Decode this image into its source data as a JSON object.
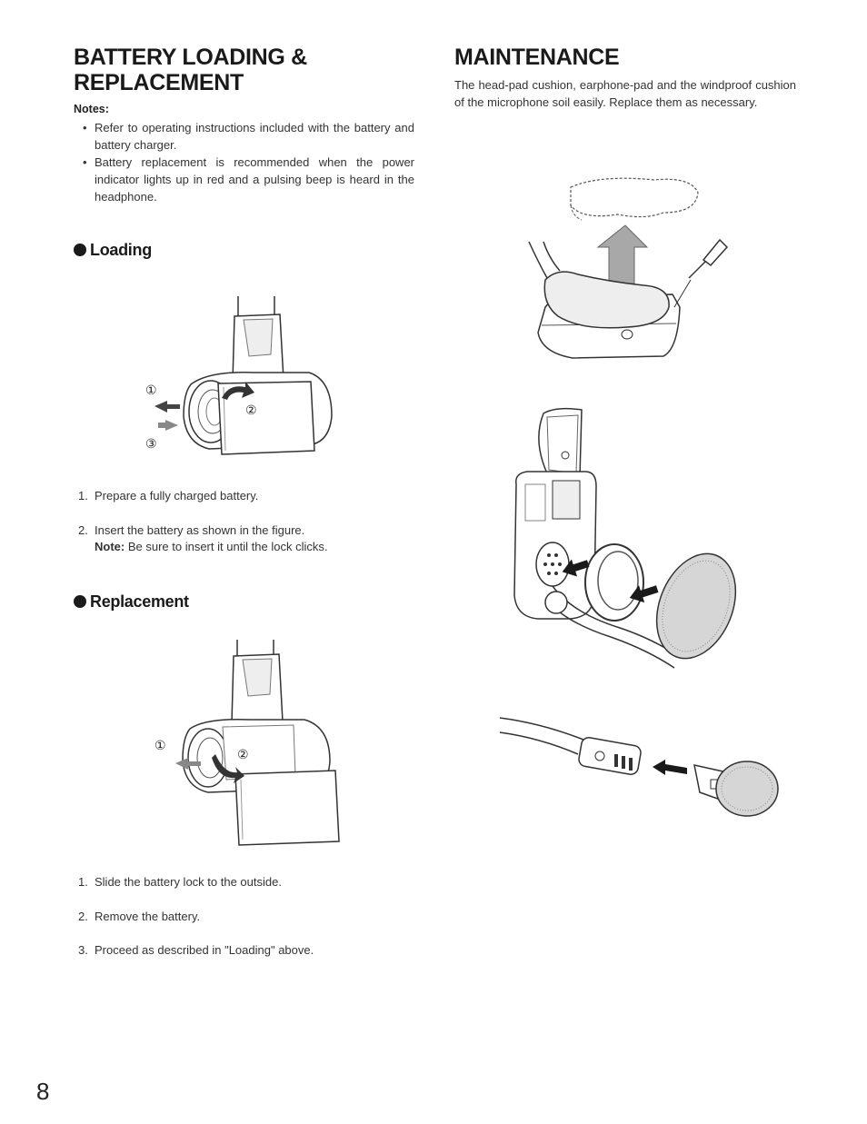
{
  "left": {
    "title_line1": "BATTERY LOADING &",
    "title_line2": "REPLACEMENT",
    "notes_title": "Notes:",
    "notes": [
      "Refer to operating instructions included with the battery and battery charger.",
      "Battery replacement is recommended when the power indicator lights up in red and a pulsing beep is heard in the headphone."
    ],
    "loading": {
      "heading": "Loading",
      "callouts": [
        "①",
        "②",
        "③"
      ],
      "steps": [
        {
          "num": "1.",
          "text": "Prepare a fully charged battery."
        },
        {
          "num": "2.",
          "text": "Insert the battery as shown in the figure.",
          "note_label": "Note:",
          "note_text": " Be sure to insert it until the lock clicks."
        }
      ]
    },
    "replacement": {
      "heading": "Replacement",
      "callouts": [
        "①",
        "②"
      ],
      "steps": [
        {
          "num": "1.",
          "text": "Slide the battery lock to the outside."
        },
        {
          "num": "2.",
          "text": "Remove the battery."
        },
        {
          "num": "3.",
          "text": "Proceed as described in \"Loading\" above."
        }
      ]
    }
  },
  "right": {
    "title": "MAINTENANCE",
    "paragraph": "The head-pad cushion, earphone-pad and  the windproof cushion of the microphone soil easily. Replace them as necessary."
  },
  "page_number": "8",
  "colors": {
    "ink": "#1a1a1a",
    "arrow_gray": "#8a8a8a",
    "outline": "#333333"
  }
}
